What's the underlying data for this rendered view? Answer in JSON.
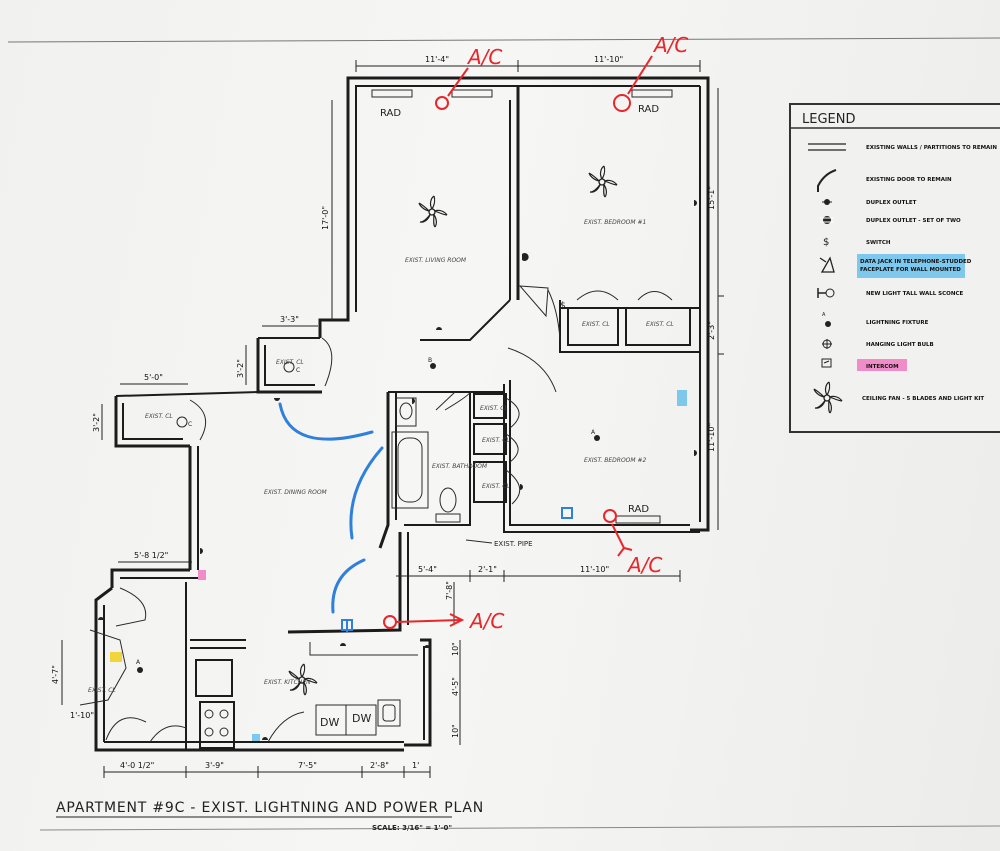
{
  "plan": {
    "title": "APARTMENT #9C - EXIST. LIGHTNING AND POWER PLAN",
    "scale": "SCALE: 3/16\" = 1'-0\""
  },
  "legend": {
    "title": "LEGEND",
    "items": [
      {
        "icon": "double-line-icon",
        "label": "EXISTING WALLS / PARTITIONS TO REMAIN"
      },
      {
        "icon": "door-swing-icon",
        "label": "EXISTING DOOR TO REMAIN"
      },
      {
        "icon": "duplex-outlet-icon",
        "label": "DUPLEX OUTLET"
      },
      {
        "icon": "duplex-outlet-set-icon",
        "label": "DUPLEX OUTLET - SET OF TWO"
      },
      {
        "icon": "switch-icon",
        "label": "SWITCH"
      },
      {
        "icon": "data-jack-icon",
        "label": "DATA JACK IN TELEPHONE-STUDDED FACEPLATE FOR WALL MOUNTED"
      },
      {
        "icon": "wall-sconce-icon",
        "label": "NEW LIGHT TALL WALL SCONCE"
      },
      {
        "icon": "lighting-fixture-icon",
        "label": "LIGHTNING FIXTURE"
      },
      {
        "icon": "hanging-bulb-icon",
        "label": "HANGING LIGHT BULB"
      },
      {
        "icon": "intercom-icon",
        "label": "INTERCOM"
      },
      {
        "icon": "ceiling-fan-icon",
        "label": "CEILING FAN - 5 BLADES AND LIGHT KIT"
      }
    ]
  },
  "rooms": {
    "living": "EXIST. LIVING ROOM",
    "bedroom1": "EXIST. BEDROOM #1",
    "bedroom2": "EXIST. BEDROOM #2",
    "dining": "EXIST. DINING ROOM",
    "bathroom": "EXIST. BATHROOM",
    "kitchen": "EXIST. KITCHEN",
    "closet": "EXIST. CL"
  },
  "labels": {
    "rad": "RAD",
    "dw": "DW",
    "pipe": "EXIST. PIPE",
    "ac": "A/C",
    "switch_symbol": "$",
    "fixture_a": "A",
    "fixture_b": "B",
    "fixture_c": "C"
  },
  "dimensions": {
    "top_left": "11'-4\"",
    "top_right": "11'-10\"",
    "living_height": "17'-0\"",
    "bedroom1_height": "15'-1\"",
    "cl_right": "2'-3\"",
    "bedroom2_height": "11'-10\"",
    "cl_width_a": "3'-3\"",
    "cl_height_a": "3'-2\"",
    "cl_width_b": "5'-0\"",
    "cl_height_b": "3'-2\"",
    "dining_width": "5'-8 1/2\"",
    "bath_width": "5'-4\"",
    "pipe_width": "2'-1\"",
    "bedroom2_width": "11'-10\"",
    "hall_height": "7'-8\"",
    "kitchen_right_a": "10\"",
    "kitchen_right_b": "4'-5\"",
    "kitchen_right_c": "10\"",
    "entry_height": "4'-7\"",
    "entry_small": "1'-10\"",
    "bottom_a": "4'-0 1/2\"",
    "bottom_b": "3'-9\"",
    "bottom_c": "7'-5\"",
    "bottom_d": "2'-8\"",
    "bottom_e": "1'"
  }
}
